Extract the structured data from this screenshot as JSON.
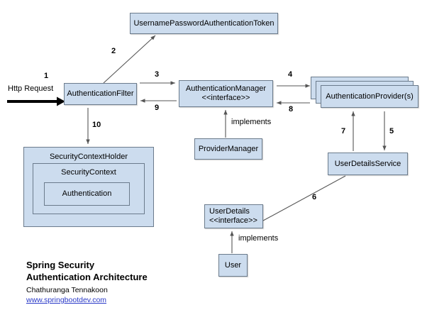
{
  "diagram": {
    "title_line_1": "Spring Security",
    "title_line_2": "Authentication Architecture",
    "author": "Chathuranga Tennakoon",
    "website": "www.springbootdev.com",
    "colors": {
      "node_fill": "#ccdcee",
      "node_stroke": "#6b7b8c",
      "edge_stroke": "#555555",
      "request_arrow": "#000000",
      "link_text": "#2a3ac8"
    },
    "nodes": {
      "username_password_token": "UsernamePasswordAuthenticationToken",
      "authentication_filter": "AuthenticationFilter",
      "authentication_manager": "AuthenticationManager\n<<interface>>",
      "authentication_providers": "AuthenticationProvider(s)",
      "provider_manager": "ProviderManager",
      "user_details_service": "UserDetailsService",
      "user_details": "UserDetails\n<<interface>>",
      "user": "User",
      "security_context_holder": "SecurityContextHolder",
      "security_context": "SecurityContext",
      "authentication": "Authentication"
    },
    "entry": {
      "number": "1",
      "label": "Http Request"
    },
    "step_labels": {
      "s2": "2",
      "s3": "3",
      "s4": "4",
      "s5": "5",
      "s6": "6",
      "s7": "7",
      "s8": "8",
      "s9": "9",
      "s10": "10"
    },
    "relations": {
      "implements_manager": "implements",
      "implements_userdetails": "implements"
    }
  }
}
